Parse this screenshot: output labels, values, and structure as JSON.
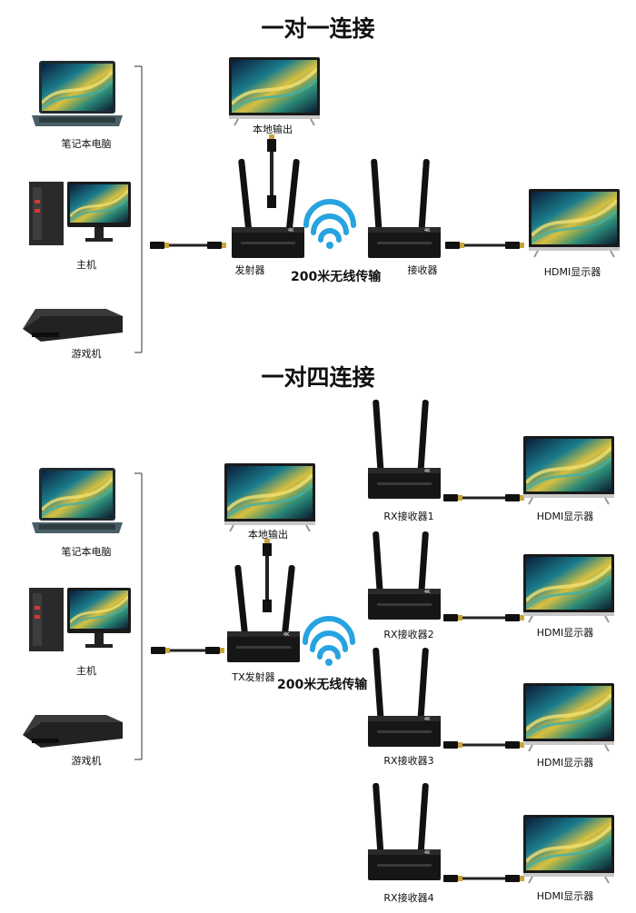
{
  "section1": {
    "title": "一对一连接",
    "sources": {
      "laptop": "笔记本电脑",
      "desktop": "主机",
      "console": "游戏机"
    },
    "local_output": "本地输出",
    "transmitter": "发射器",
    "wireless": "200米无线传输",
    "receiver": "接收器",
    "display": "HDMI显示器"
  },
  "section2": {
    "title": "一对四连接",
    "sources": {
      "laptop": "笔记本电脑",
      "desktop": "主机",
      "console": "游戏机"
    },
    "local_output": "本地输出",
    "transmitter": "TX发射器",
    "wireless": "200米无线传输",
    "receivers": [
      "RX接收器1",
      "RX接收器2",
      "RX接收器3",
      "RX接收器4"
    ],
    "displays": [
      "HDMI显示器",
      "HDMI显示器",
      "HDMI显示器",
      "HDMI显示器"
    ]
  },
  "colors": {
    "screen_glow": "#d8c040",
    "screen_teal": "#1a7c8c",
    "device": "#111111",
    "cable": "#222222",
    "wifi": "#27a3e0"
  },
  "icons": [
    "laptop-icon",
    "desktop-pc-icon",
    "game-console-icon",
    "monitor-icon",
    "hdmi-extender-icon",
    "wifi-icon",
    "hdmi-cable-icon"
  ]
}
